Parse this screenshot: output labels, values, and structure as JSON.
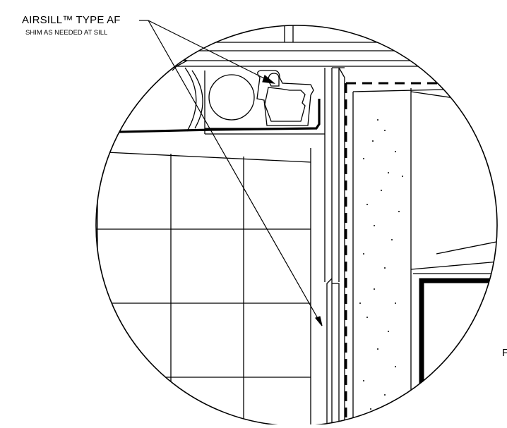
{
  "callout": {
    "title": "AIRSILL™ TYPE AF",
    "subtitle": "SHIM AS NEEDED AT SILL"
  },
  "edge_label": {
    "text": "F"
  },
  "colors": {
    "line": "#000000",
    "background": "#ffffff"
  }
}
